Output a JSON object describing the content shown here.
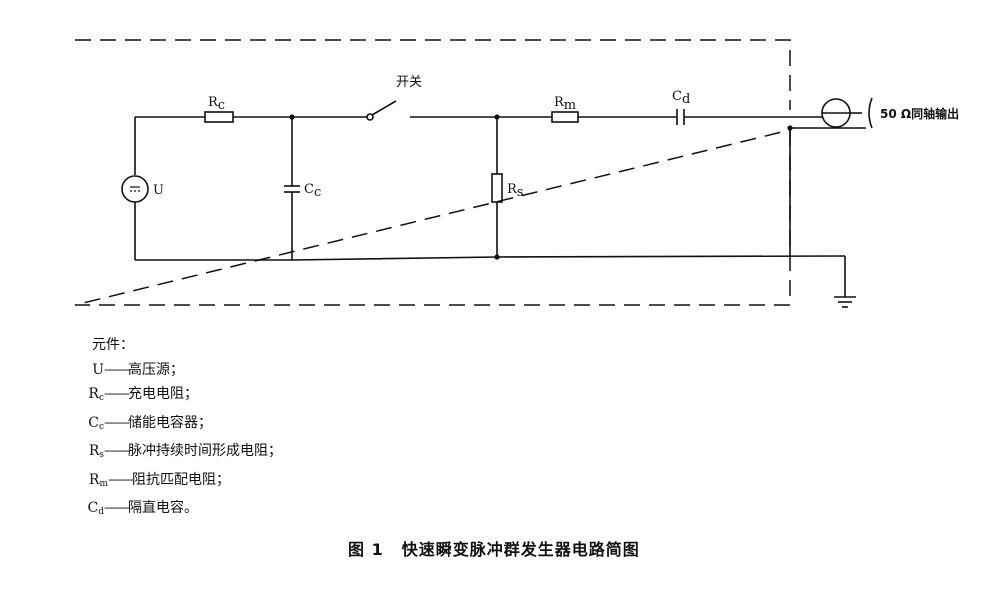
{
  "diagram": {
    "switch_label": "开关",
    "rc_label": {
      "main": "R",
      "sub": "c"
    },
    "cc_label": {
      "main": "C",
      "sub": "c"
    },
    "rs_label": {
      "main": "R",
      "sub": "s"
    },
    "rm_label": {
      "main": "R",
      "sub": "m"
    },
    "cd_label": {
      "main": "C",
      "sub": "d"
    },
    "source_label": "U",
    "output_label": "50 Ω同轴输出"
  },
  "legend": {
    "title": "元件：",
    "items": [
      {
        "symbol": "U",
        "sub": "",
        "description": "高压源；"
      },
      {
        "symbol": "R",
        "sub": "c",
        "description": "充电电阻；"
      },
      {
        "symbol": "C",
        "sub": "c",
        "description": "储能电容器；"
      },
      {
        "symbol": "R",
        "sub": "s",
        "description": "脉冲持续时间形成电阻；"
      },
      {
        "symbol": "R",
        "sub": "m",
        "description": "阻抗匹配电阻；"
      },
      {
        "symbol": "C",
        "sub": "d",
        "description": "隔直电容。"
      }
    ],
    "dash": "——"
  },
  "caption": {
    "figure_number": "图 1",
    "title": "快速瞬变脉冲群发生器电路简图"
  }
}
